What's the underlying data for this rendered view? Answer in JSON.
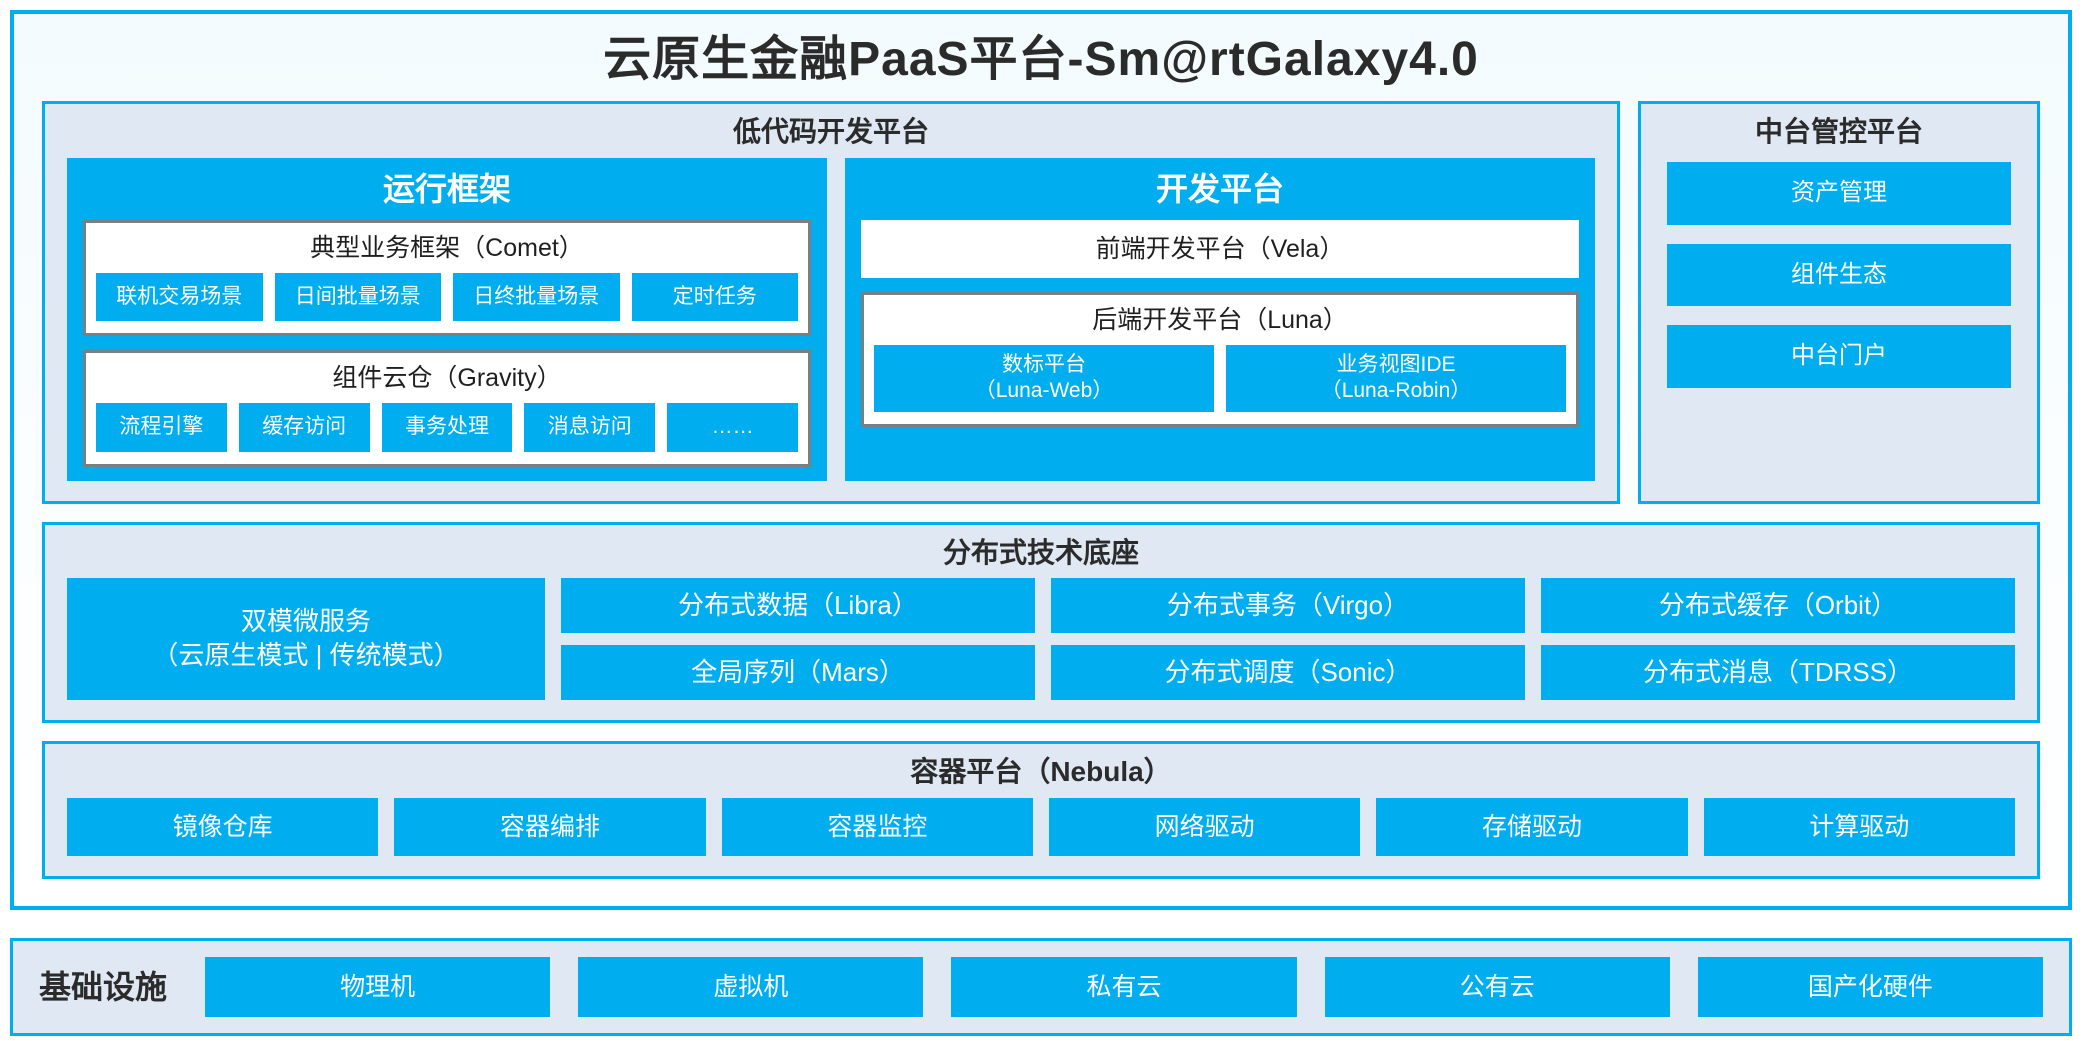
{
  "title": "云原生金融PaaS平台-Sm@rtGalaxy4.0",
  "colors": {
    "accent_blue": "#00AEEF",
    "panel_fill": "#dfe8f3",
    "group_border": "#7a7f85",
    "text_dark": "#2b2b2b",
    "text_light": "#ffffff"
  },
  "lowcode": {
    "title": "低代码开发平台",
    "runtime": {
      "title": "运行框架",
      "groups": [
        {
          "title": "典型业务框架（Comet）",
          "items": [
            "联机交易场景",
            "日间批量场景",
            "日终批量场景",
            "定时任务"
          ]
        },
        {
          "title": "组件云仓（Gravity）",
          "items": [
            "流程引擎",
            "缓存访问",
            "事务处理",
            "消息访问",
            "……"
          ]
        }
      ]
    },
    "devplat": {
      "title": "开发平台",
      "frontend": {
        "title": "前端开发平台（Vela）"
      },
      "backend": {
        "title": "后端开发平台（Luna）",
        "items": [
          {
            "line1": "数标平台",
            "line2": "（Luna-Web）"
          },
          {
            "line1": "业务视图IDE",
            "line2": "（Luna-Robin）"
          }
        ]
      }
    }
  },
  "midoffice": {
    "title": "中台管控平台",
    "items": [
      "资产管理",
      "组件生态",
      "中台门户"
    ]
  },
  "tech_base": {
    "title": "分布式技术底座",
    "wide_box": {
      "line1": "双模微服务",
      "line2": "（云原生模式 | 传统模式）"
    },
    "columns": [
      {
        "top": "分布式数据（Libra）",
        "bottom": "全局序列（Mars）"
      },
      {
        "top": "分布式事务（Virgo）",
        "bottom": "分布式调度（Sonic）"
      },
      {
        "top": "分布式缓存（Orbit）",
        "bottom": "分布式消息（TDRSS）"
      }
    ]
  },
  "container_platform": {
    "title": "容器平台（Nebula）",
    "items": [
      "镜像仓库",
      "容器编排",
      "容器监控",
      "网络驱动",
      "存储驱动",
      "计算驱动"
    ]
  },
  "infrastructure": {
    "label": "基础设施",
    "items": [
      "物理机",
      "虚拟机",
      "私有云",
      "公有云",
      "国产化硬件"
    ]
  }
}
